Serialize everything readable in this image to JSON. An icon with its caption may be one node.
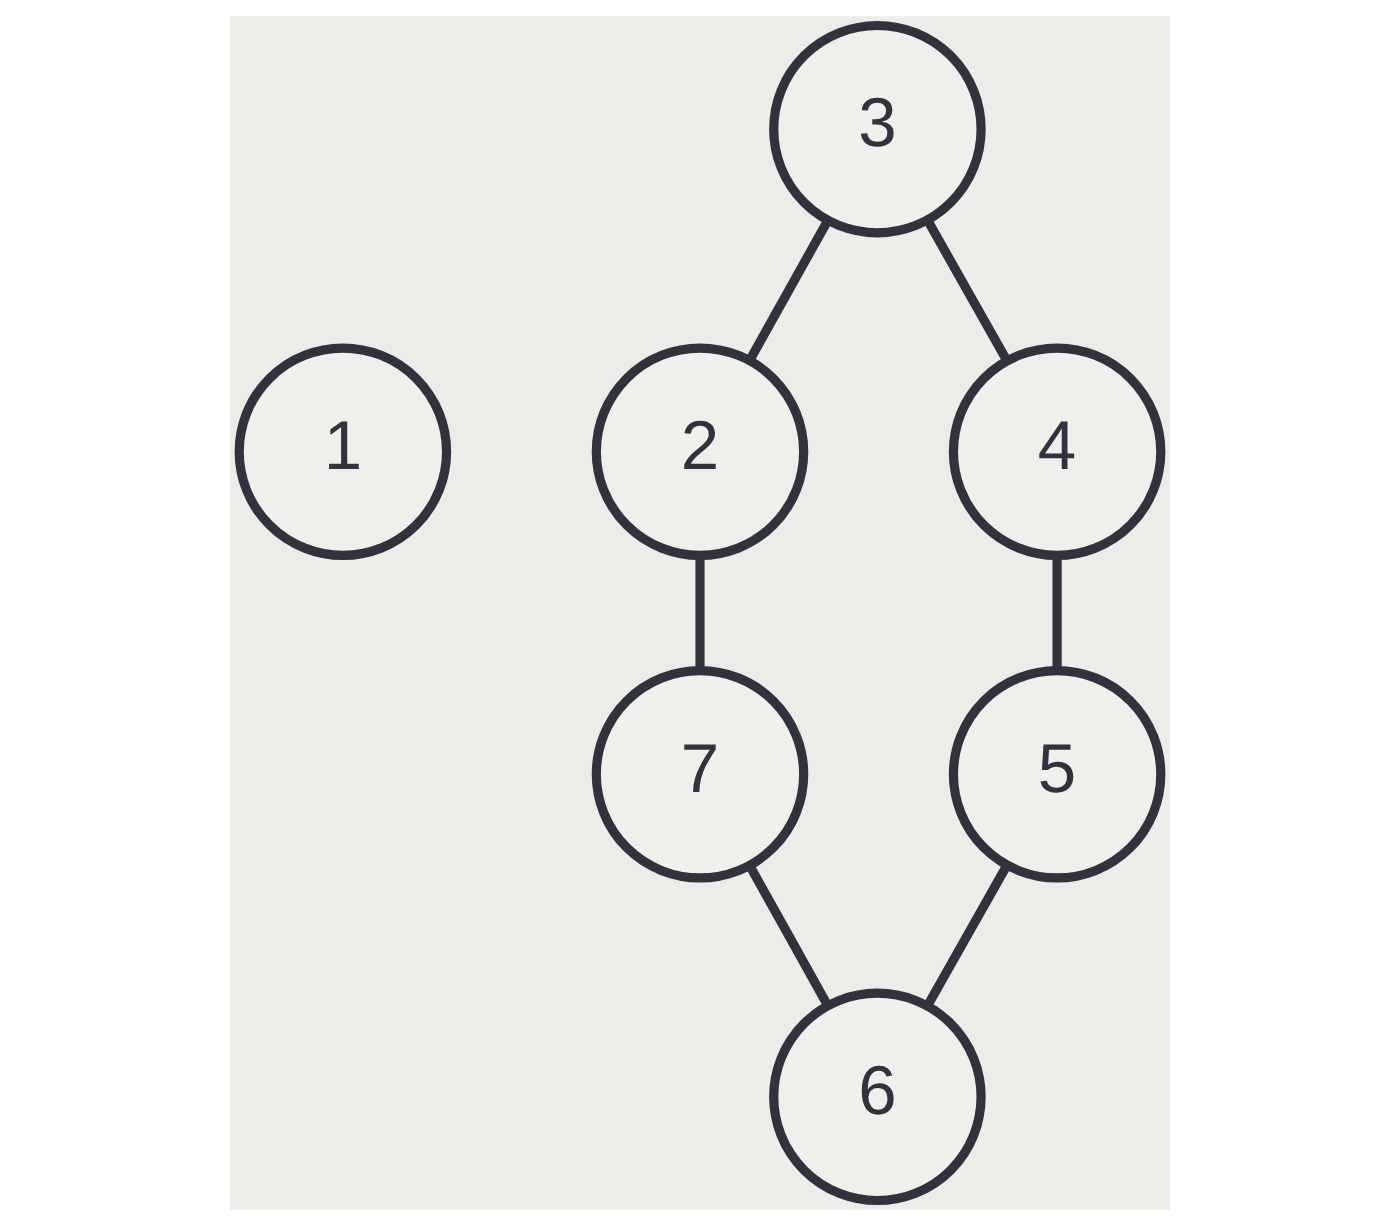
{
  "diagram": {
    "nodes": [
      {
        "text": [
          "1"
        ]
      },
      {
        "text": [
          "2"
        ]
      },
      {
        "text": [
          "3"
        ]
      },
      {
        "text": [
          "4"
        ]
      },
      {
        "text": [
          "5"
        ]
      },
      {
        "text": [
          "6"
        ]
      },
      {
        "text": [
          "7"
        ]
      }
    ],
    "edges": [
      {
        "from": 2,
        "to": 1,
        "arrow": "none"
      },
      {
        "from": 2,
        "to": 3,
        "arrow": "none"
      },
      {
        "from": 3,
        "to": 4,
        "arrow": "none"
      },
      {
        "from": 4,
        "to": 5,
        "arrow": "none"
      },
      {
        "from": 6,
        "to": 5,
        "arrow": "none"
      },
      {
        "from": 1,
        "to": 6,
        "arrow": "none"
      }
    ]
  }
}
